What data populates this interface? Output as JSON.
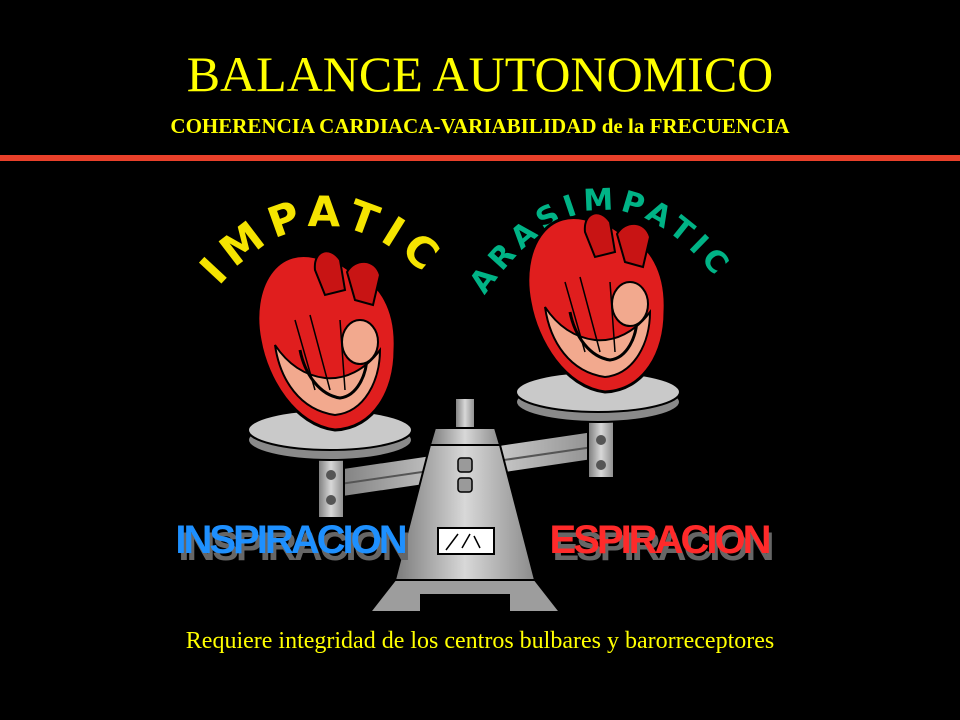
{
  "slide": {
    "title": "BALANCE AUTONOMICO",
    "subtitle": "COHERENCIA CARDIACA-VARIABILIDAD de la FRECUENCIA",
    "caption": "Requiere integridad de los centros bulbares y barorreceptores"
  },
  "diagram": {
    "left_arc_label": "SIMPATICO",
    "right_arc_label": "PARASIMPATICO",
    "left_phase_label": "INSPIRACION",
    "right_phase_label": "ESPIRACION"
  },
  "colors": {
    "background": "#000000",
    "title": "#ffff00",
    "divider": "#e8402a",
    "sympathetic": "#f5e400",
    "parasympathetic": "#00b386",
    "inspiration": "#1e90ff",
    "expiration": "#ff2a2a",
    "heart": "#e01e1e",
    "scale_metal": "#b8b8b8"
  },
  "icons": {
    "left_heart": "heart-icon",
    "right_heart": "heart-icon",
    "scale": "balance-scale-icon"
  }
}
